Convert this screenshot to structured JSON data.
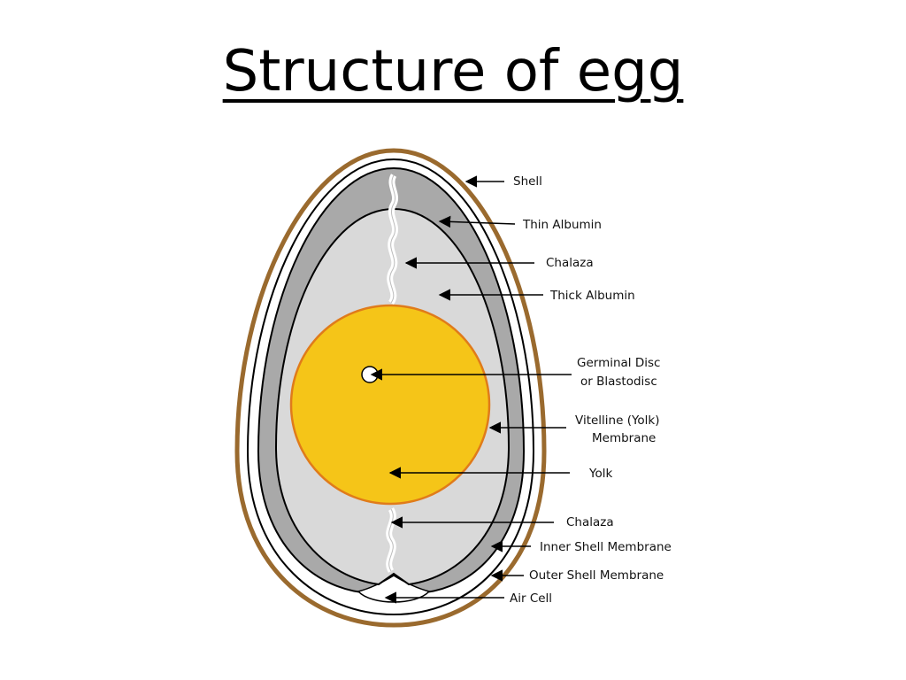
{
  "title": "Structure of egg",
  "colors": {
    "shell": "#9a6a2e",
    "membrane_gray": "#a9a9a9",
    "albumin": "#d9d9d9",
    "yolk": "#f5c518",
    "yolk_edge": "#e07b1a",
    "arrow": "#000000"
  },
  "labels": {
    "shell": "Shell",
    "thin_albumin": "Thin Albumin",
    "chalaza_top": "Chalaza",
    "thick_albumin": "Thick Albumin",
    "germinal_disc_1": "Germinal Disc",
    "germinal_disc_2": "or Blastodisc",
    "vitelline_1": "Vitelline (Yolk)",
    "vitelline_2": "Membrane",
    "yolk": "Yolk",
    "chalaza_bottom": "Chalaza",
    "inner_shell_membrane": "Inner Shell Membrane",
    "outer_shell_membrane": "Outer Shell Membrane",
    "air_cell": "Air Cell"
  }
}
